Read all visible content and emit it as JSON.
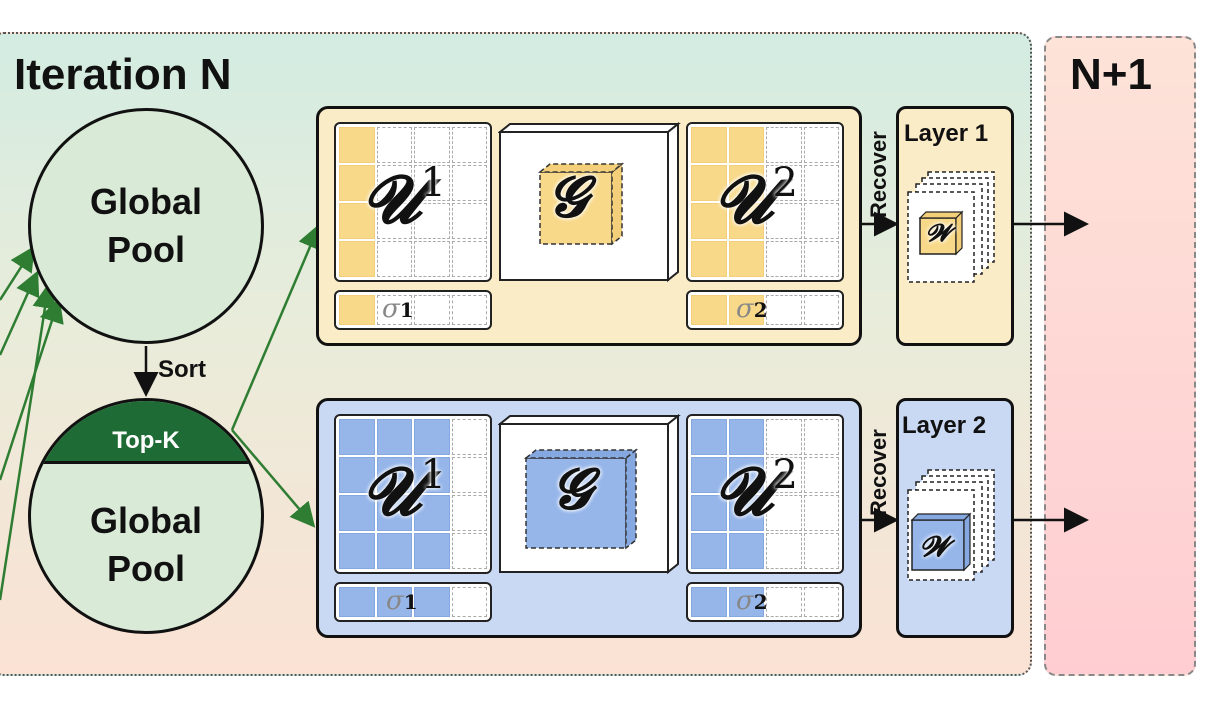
{
  "iteration": {
    "title": "Iteration N",
    "next_title": "N+1"
  },
  "pool": {
    "global_pool_line1": "Global",
    "global_pool_line2": "Pool",
    "sort_label": "Sort",
    "topk_label": "Top-K"
  },
  "groups": [
    {
      "u1_label": "𝓤",
      "u1_sup": "1",
      "core_label": "𝓖",
      "u2_label": "𝓤",
      "u2_sup": "2",
      "sigma1": "σ",
      "sigma1_sup": "1",
      "sigma2": "σ",
      "sigma2_sup": "2",
      "recover_label": "Recover",
      "layer_title": "Layer 1",
      "w_label": "𝓦",
      "color": "#f8d98a"
    },
    {
      "u1_label": "𝓤",
      "u1_sup": "1",
      "core_label": "𝓖",
      "u2_label": "𝓤",
      "u2_sup": "2",
      "sigma1": "σ",
      "sigma1_sup": "1",
      "sigma2": "σ",
      "sigma2_sup": "2",
      "recover_label": "Recover",
      "layer_title": "Layer 2",
      "w_label": "𝓦",
      "color": "#96b6ea"
    }
  ],
  "colors": {
    "arrow_green": "#2e7d32",
    "topk_green": "#1f6b35",
    "yellow_fill": "#f8d98a",
    "blue_fill": "#96b6ea"
  }
}
